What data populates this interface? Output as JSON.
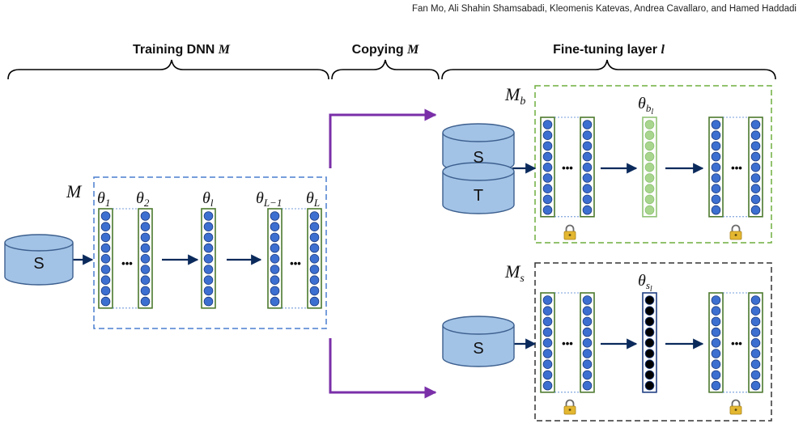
{
  "header": {
    "authors": "Fan Mo, Ali Shahin Shamsabadi, Kleomenis Katevas, Andrea Cavallaro, and Hamed Haddadi"
  },
  "sections": {
    "training": {
      "prefix": "Training DNN ",
      "var": "M"
    },
    "copying": {
      "prefix": "Copying ",
      "var": "M"
    },
    "finetuning": {
      "prefix": "Fine-tuning layer ",
      "var": "l"
    }
  },
  "datasets": {
    "source_left": "S",
    "source_mb": "S",
    "target_mb": "T",
    "source_ms": "S"
  },
  "model_m": {
    "label": "M",
    "params": [
      {
        "base": "θ",
        "sub": "1"
      },
      {
        "base": "θ",
        "sub": "2"
      },
      {
        "base": "θ",
        "sub": "l"
      },
      {
        "base": "θ",
        "sub": "L−1"
      },
      {
        "base": "θ",
        "sub": "L"
      }
    ]
  },
  "model_mb": {
    "base": "M",
    "sub": "b",
    "param": {
      "base": "θ",
      "sub": "b",
      "subsub": "l"
    }
  },
  "model_ms": {
    "base": "M",
    "sub": "s",
    "param": {
      "base": "θ",
      "sub": "s",
      "subsub": "l"
    }
  },
  "ellipsis": "•••",
  "colors": {
    "neuron": "#3d6fd1",
    "neuron_stroke": "#1f3e82",
    "layer_border": "#4d7a2e",
    "mb_layer_fill": "#a8d68e",
    "mb_layer_border": "#8fc276",
    "ms_layer_fill": "#000000",
    "arrow_flow": "#0b2a5c",
    "arrow_copy": "#7a2fa8",
    "box_m": "#4a7fcf",
    "box_mb": "#6fae3e",
    "box_ms": "#333333",
    "cylinder": "#a3c3e6",
    "lock": "#e4b731"
  },
  "icons": [
    "lock-icon",
    "database-icon"
  ]
}
